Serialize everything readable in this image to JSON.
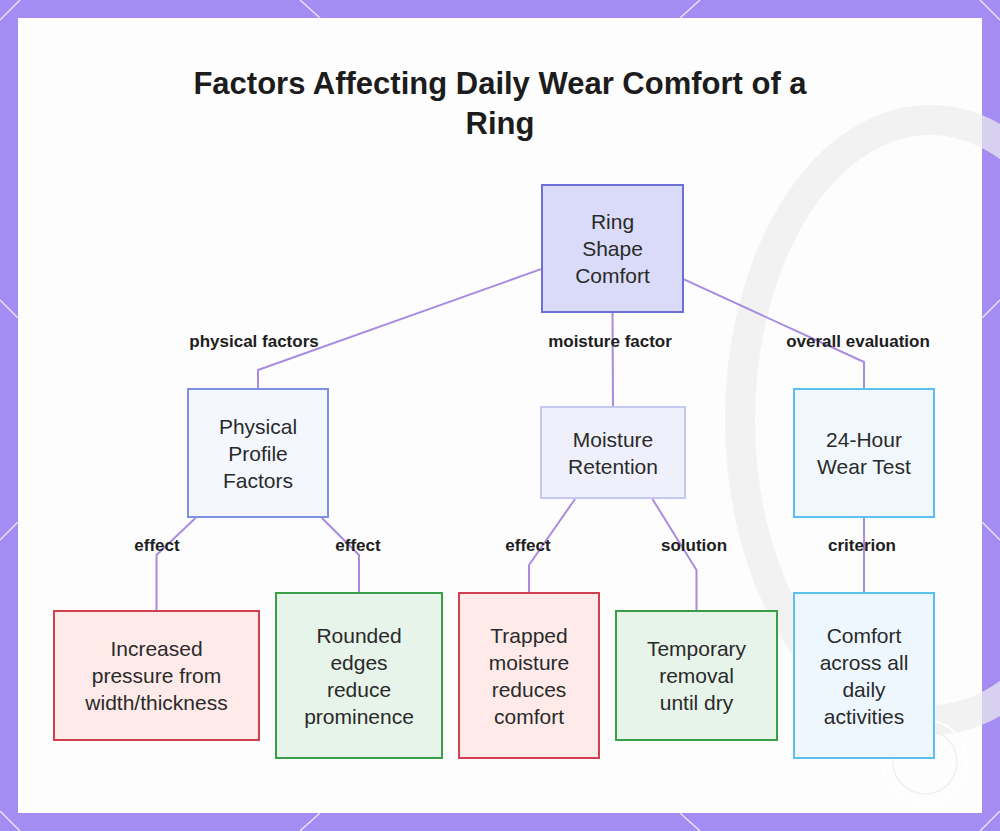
{
  "diagram": {
    "title": "Factors Affecting Daily Wear Comfort of a Ring",
    "nodes": [
      {
        "text": [
          "Ring Shape Comfort"
        ]
      },
      {
        "text": [
          "Physical Profile Factors"
        ]
      },
      {
        "text": [
          "Moisture Retention"
        ]
      },
      {
        "text": [
          "24-Hour Wear Test"
        ]
      },
      {
        "text": [
          "Increased pressure from width/thickness"
        ]
      },
      {
        "text": [
          "Rounded edges reduce prominence"
        ]
      },
      {
        "text": [
          "Trapped moisture reduces comfort"
        ]
      },
      {
        "text": [
          "Temporary removal until dry"
        ]
      },
      {
        "text": [
          "Comfort across all daily activities"
        ]
      }
    ],
    "edges": [
      {
        "from": 0,
        "to": 1,
        "label": "physical factors",
        "arrow": "none"
      },
      {
        "from": 0,
        "to": 2,
        "label": "moisture factor",
        "arrow": "none"
      },
      {
        "from": 0,
        "to": 3,
        "label": "overall evaluation",
        "arrow": "none"
      },
      {
        "from": 1,
        "to": 4,
        "label": "effect",
        "arrow": "none"
      },
      {
        "from": 1,
        "to": 5,
        "label": "effect",
        "arrow": "none"
      },
      {
        "from": 2,
        "to": 6,
        "label": "effect",
        "arrow": "none"
      },
      {
        "from": 2,
        "to": 7,
        "label": "solution",
        "arrow": "none"
      },
      {
        "from": 3,
        "to": 8,
        "label": "criterion",
        "arrow": "none"
      }
    ]
  }
}
